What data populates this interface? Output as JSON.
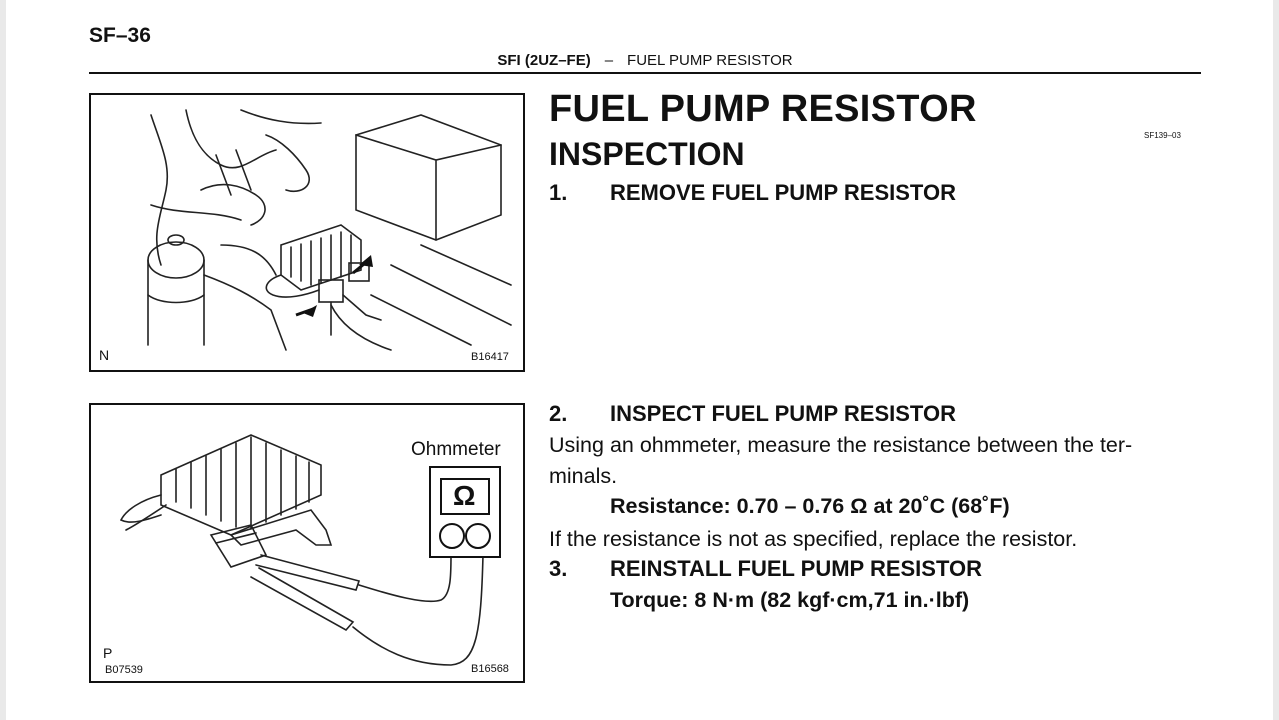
{
  "header": {
    "page_id": "SF–36",
    "section": "SFI (2UZ–FE)",
    "separator": "–",
    "topic": "FUEL PUMP RESISTOR"
  },
  "figures": [
    {
      "corner_label": "N",
      "code": "B16417"
    },
    {
      "corner_label": "P",
      "code_left": "B07539",
      "code": "B16568",
      "meter_label": "Ohmmeter",
      "meter_symbol": "Ω"
    }
  ],
  "content": {
    "title": "FUEL PUMP RESISTOR",
    "doc_code": "SF139–03",
    "subtitle": "INSPECTION",
    "steps": [
      {
        "num": "1.",
        "label": "REMOVE FUEL PUMP RESISTOR"
      },
      {
        "num": "2.",
        "label": "INSPECT FUEL PUMP RESISTOR"
      },
      {
        "num": "3.",
        "label": "REINSTALL FUEL PUMP RESISTOR"
      }
    ],
    "step2_text_line1": "Using an ohmmeter, measure the resistance between the ter-",
    "step2_text_line2": "minals.",
    "resistance_spec": "Resistance: 0.70 – 0.76 Ω at 20˚C (68˚F)",
    "replace_note": "If the resistance is not as specified, replace the resistor.",
    "torque_spec": "Torque: 8 N·m (82 kgf·cm,71 in.·lbf)"
  }
}
